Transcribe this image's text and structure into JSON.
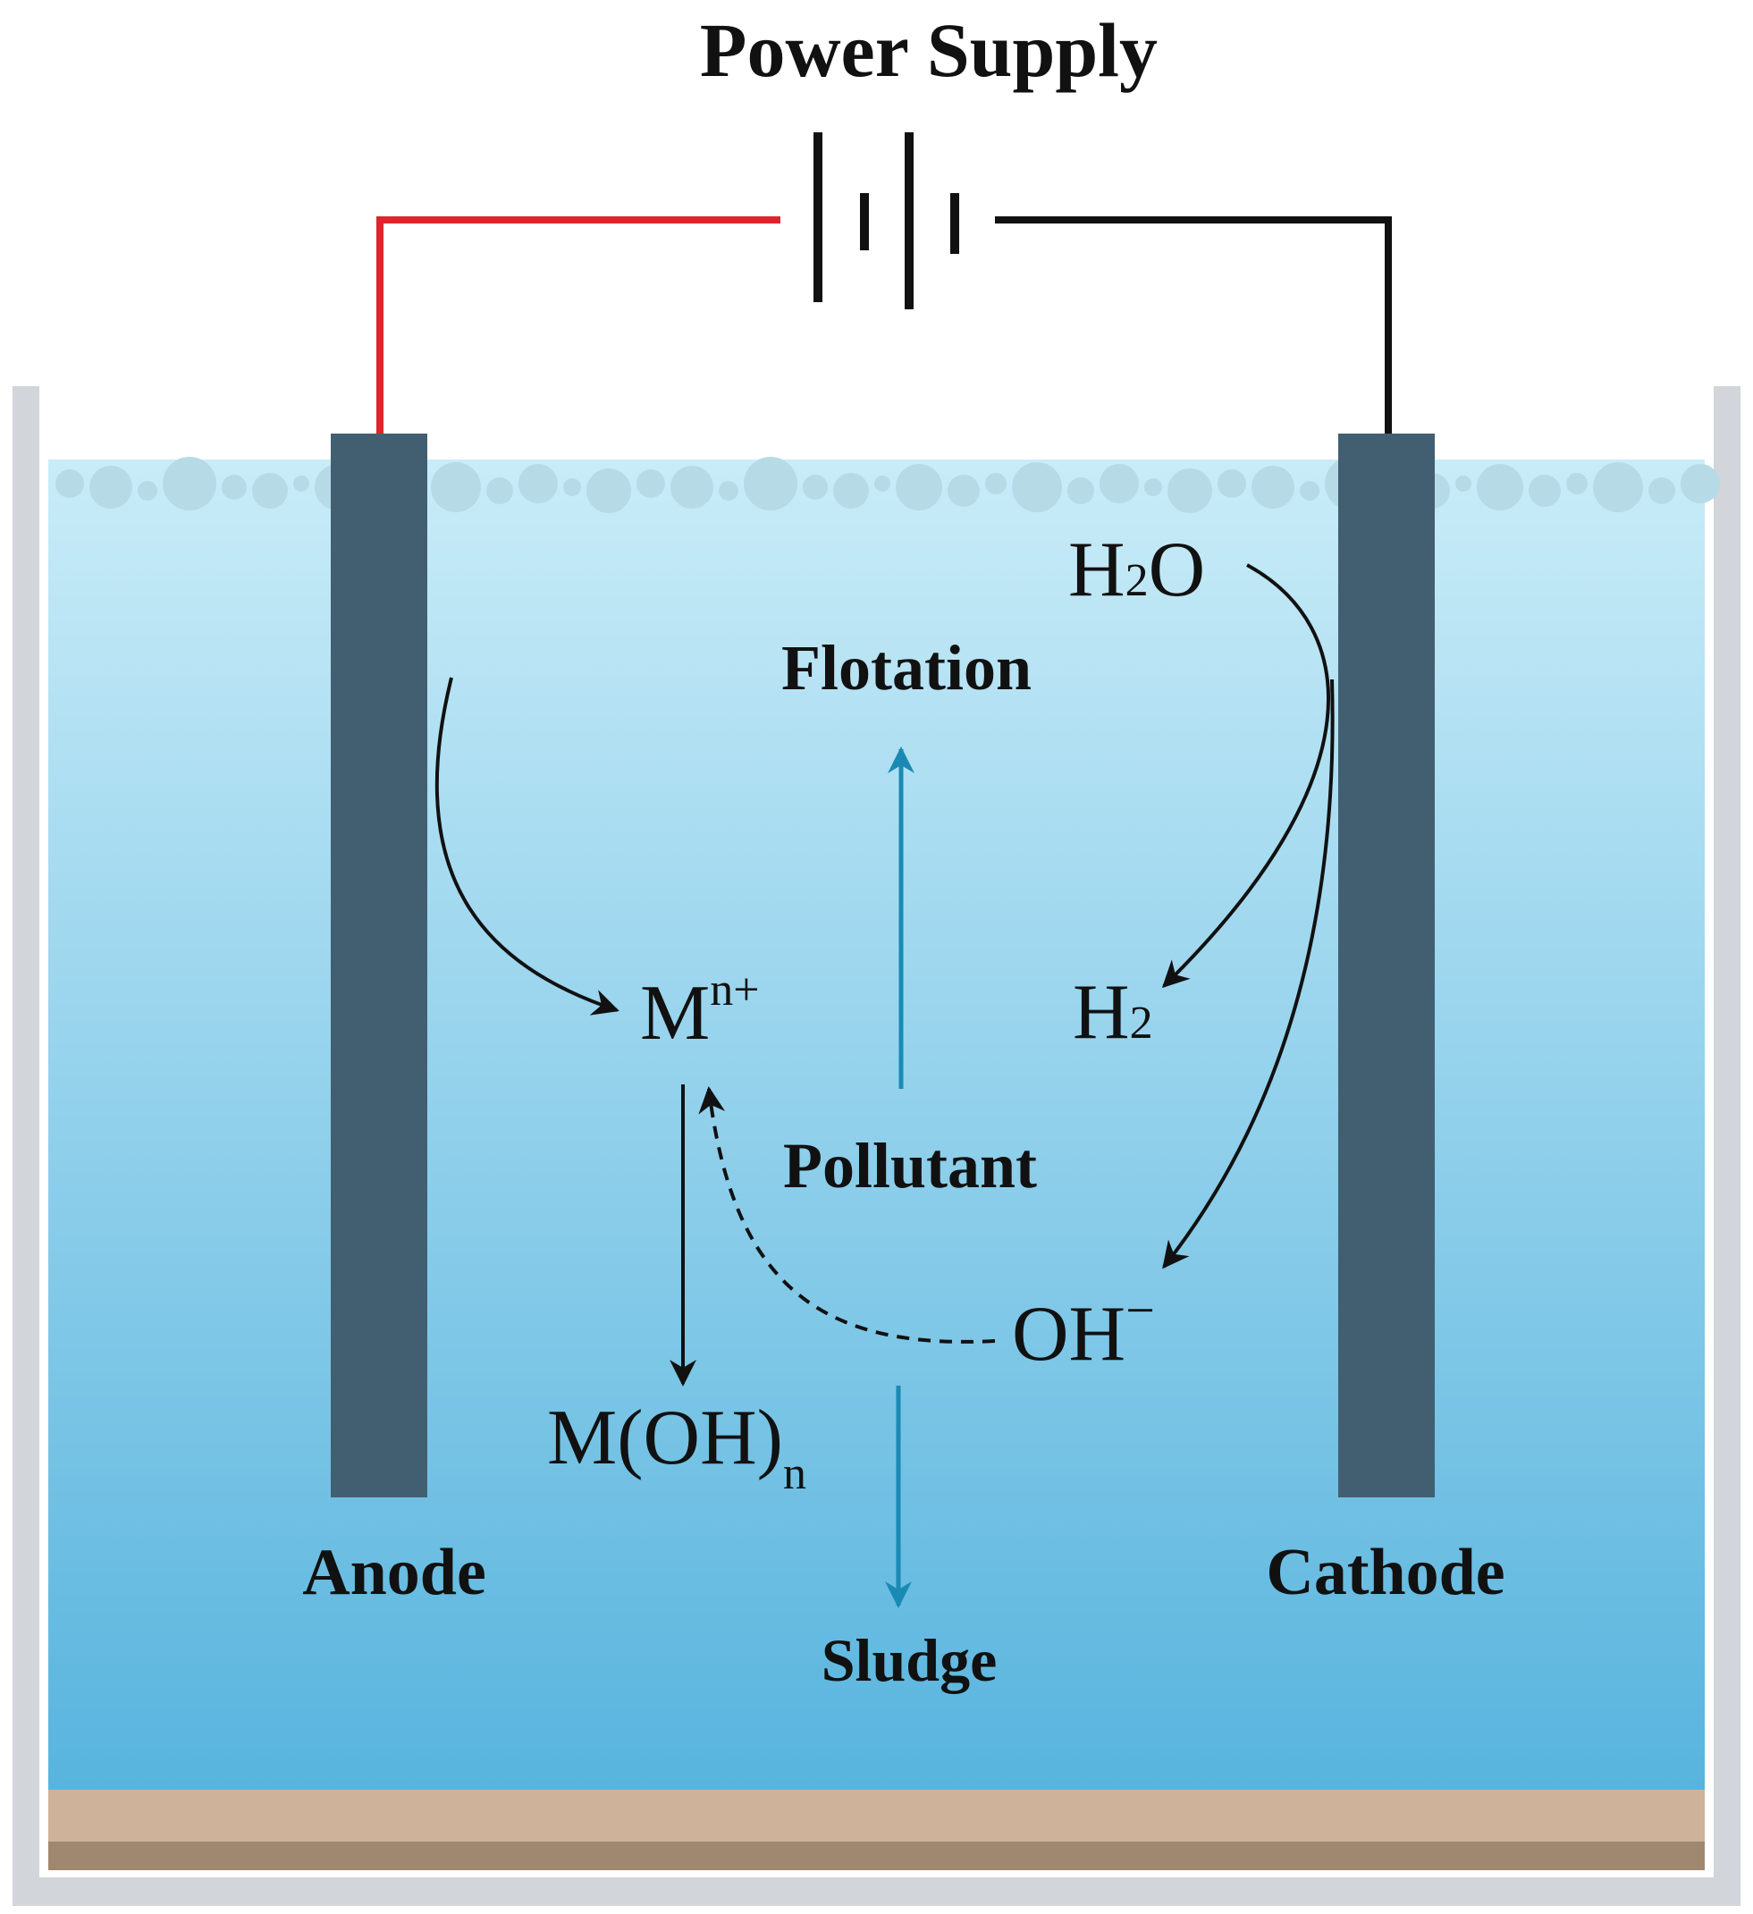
{
  "title": "Power Supply",
  "labels": {
    "anode": "Anode",
    "cathode": "Cathode",
    "flotation": "Flotation",
    "pollutant": "Pollutant",
    "sludge": "Sludge"
  },
  "species": {
    "water": {
      "base": "H",
      "sub": "2",
      "tail": "O"
    },
    "hydrogen": {
      "base": "H",
      "sub": "2"
    },
    "metal_ion": {
      "base": "M",
      "sup": "n+"
    },
    "hydroxide": {
      "base": "OH",
      "sup": "−"
    },
    "metal_hydroxide": {
      "base": "M(OH)",
      "sub": "n"
    }
  },
  "colors": {
    "anode_wire": "#e0232c",
    "cathode_wire": "#111111",
    "electrode": "#425f72",
    "water_top": "#c9ecf8",
    "water_bottom": "#58b4de",
    "bubbles": "#b6dbe6",
    "tank_wall": "#d2d5d9",
    "sediment_light": "#ceb299",
    "sediment_dark": "#a0876f",
    "flow_arrow": "#1a8ab4",
    "reaction_arrow": "#111111"
  }
}
